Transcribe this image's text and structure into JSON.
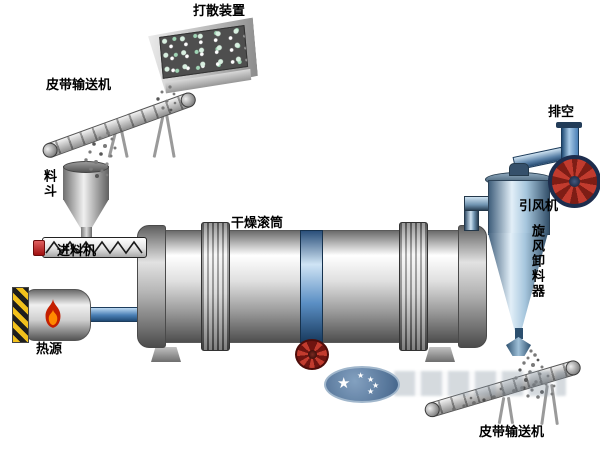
{
  "labels": {
    "scatter_device": "打散装置",
    "belt_conveyor_top": "皮带输送机",
    "hopper": "料斗",
    "feeder": "进料机",
    "heat_source": "热源",
    "drying_drum": "干燥滚筒",
    "cyclone_discharger": "旋风卸料器",
    "induced_draft_fan": "引风机",
    "exhaust": "排空",
    "belt_conveyor_bottom": "皮带输送机"
  },
  "watermark": {
    "big_star": "★",
    "small_stars": [
      "★",
      "★",
      "★",
      "★"
    ]
  },
  "colors": {
    "pipe_blue": "#4a7fb5",
    "flame_red": "#c41f00",
    "gear_red": "#c23b2e",
    "hazard_yellow": "#f2c11c",
    "metal_gray": "#c9c9c9",
    "cyclone_steel_blue": "#a6c6dd",
    "label_text": "#000000"
  }
}
